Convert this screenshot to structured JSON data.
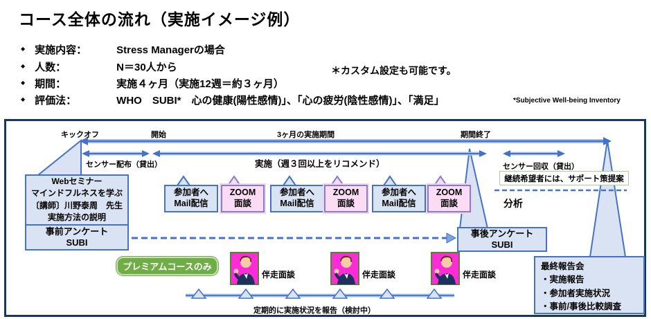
{
  "header": {
    "title": "コース全体の流れ（実施イメージ例）",
    "bullets": [
      {
        "label": "実施内容：",
        "value": "Stress Managerの場合"
      },
      {
        "label": "人数：",
        "value": "N＝30人から"
      },
      {
        "label": "期間：",
        "value": "実施４ヶ月（実施12週＝約３ヶ月）"
      },
      {
        "label": "評価法：",
        "value": "WHO　SUBI*　心の健康(陽性感情)」、「心の疲労(陰性感情)」、「満足」"
      }
    ],
    "custom_note": "＊カスタム設定も可能です。",
    "subi_note": "*Subjective Well-being Inventory"
  },
  "timeline": {
    "kickoff": "キックオフ",
    "start": "開始",
    "period": "3ヶ月の実施期間",
    "end": "期間終了",
    "sensor_out": "センサー配布（貸出）",
    "implementation": "実施（週３回以上をリコメンド）",
    "sensor_in": "センサー回収（貸出）"
  },
  "seminar": {
    "line1": "Webセミナー",
    "line2": "マインドフルネスを学ぶ",
    "line3": "〔講師〕川野泰周　先生",
    "line4": "実施方法の説明",
    "pre_survey": "事前アンケート",
    "pre_survey2": "SUBI"
  },
  "mid_boxes": [
    {
      "l1": "参加者へ",
      "l2": "Mail配信"
    },
    {
      "l1": "ZOOM",
      "l2": "面談"
    },
    {
      "l1": "参加者へ",
      "l2": "Mail配信"
    },
    {
      "l1": "ZOOM",
      "l2": "面談"
    },
    {
      "l1": "参加者へ",
      "l2": "Mail配信"
    },
    {
      "l1": "ZOOM",
      "l2": "面談"
    }
  ],
  "right": {
    "support": "継続希望者には、サポート策提案",
    "analysis": "分析",
    "post_survey": "事後アンケート",
    "post_survey2": "SUBI",
    "final_title": "最終報告会",
    "final_items": [
      "・実施報告",
      "・参加者実施状況",
      "・事前/事後比較調査"
    ]
  },
  "bottom": {
    "premium": "プレミアムコースのみ",
    "accompany_labels": [
      "伴走面談",
      "伴走面談",
      "伴走面談"
    ],
    "note": "定期的に実施状況を報告（検討中）"
  },
  "colors": {
    "accent_blue": "#4472C4",
    "light_blue": "#DAE3F3",
    "pink": "#FBDCF4",
    "navy_border": "#17375E",
    "green": "#70AD47",
    "magenta": "#FF2BD6"
  }
}
